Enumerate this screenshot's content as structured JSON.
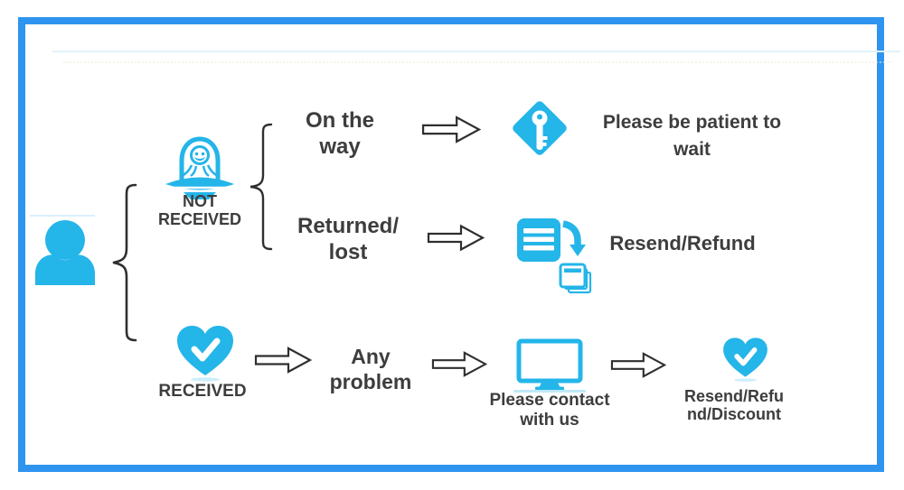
{
  "palette": {
    "frame_blue": "#2e94ef",
    "accent_cyan": "#24b5e9",
    "accent_cyan_light": "#c9ecf9",
    "text_dark": "#3d3d3d",
    "outline_dark": "#2f2f2f"
  },
  "flow": {
    "customer": {
      "icon": "person"
    },
    "not_received": {
      "label": "NOT\nRECEIVED",
      "icon": "alien-ufo",
      "cases": [
        {
          "condition": "On the\nway",
          "result_icon": "key-diamond",
          "outcome": "Please be patient to\nwait"
        },
        {
          "condition": "Returned/\nlost",
          "result_icon": "documents-resend",
          "outcome": "Resend/Refund"
        }
      ]
    },
    "received": {
      "label": "RECEIVED",
      "icon": "heart-check",
      "condition": "Any\nproblem",
      "contact": {
        "icon": "computer-monitor",
        "label": "Please contact\nwith us"
      },
      "outcome": {
        "icon": "heart-check",
        "label": "Resend/Refu\nnd/Discount"
      }
    }
  }
}
